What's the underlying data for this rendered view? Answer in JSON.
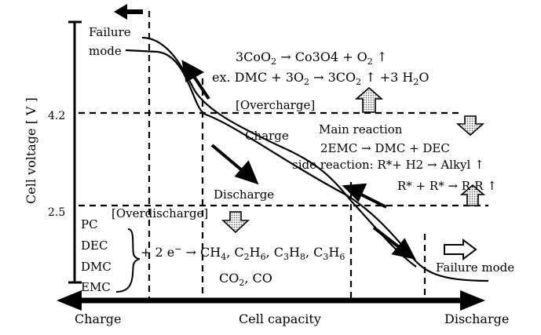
{
  "axes": {
    "y_label": "Cell voltage [ V ]",
    "y_ticks": [
      "4.2",
      "2.5"
    ],
    "x_label": "Cell capacity",
    "x_left_label": "Charge",
    "x_right_label": "Discharge"
  },
  "labels": {
    "failure_mode_left_1": "Failure",
    "failure_mode_left_2": "mode",
    "failure_mode_right": "Failure mode",
    "overcharge": "[Overcharge]",
    "overdischarge": "[Overdischarge]",
    "charge": "Charge",
    "discharge": "Discharge"
  },
  "overcharge_reactions": {
    "line1": {
      "a": "3CoO",
      "a_sub": "2",
      "arrow": " → ",
      "b": "Co3O4 + O",
      "b_sub": "2",
      "end": " ↑"
    },
    "line2": {
      "prefix": "ex. ",
      "a": "DMC + 3O",
      "a_sub": "2",
      "arrow": " → ",
      "b": "3CO",
      "b_sub": "2",
      "c": " ↑ +3 H",
      "c_sub": "2",
      "d": "O"
    }
  },
  "main_reaction": {
    "title": "Main reaction",
    "equation": "2EMC → DMC + DEC",
    "side_label": "side reaction: R*+ H2 → Alkyl ↑",
    "side_eq2": "R* + R* → R-R ↑"
  },
  "solvents": [
    "PC",
    "DEC",
    "DMC",
    "EMC"
  ],
  "overdischarge_reactions": {
    "line1": {
      "prefix": "+ 2 e",
      "prefix_sup": "−",
      "arrow": " → ",
      "p1": "CH",
      "p1_sub": "4",
      "sep1": ", ",
      "p2": "C",
      "p2_sub1": "2",
      "p2b": "H",
      "p2_sub2": "6",
      "sep2": ", ",
      "p3": "C",
      "p3_sub1": "3",
      "p3b": "H",
      "p3_sub2": "8",
      "sep3": ", ",
      "p4": "C",
      "p4_sub1": "3",
      "p4b": "H",
      "p4_sub2": "6"
    },
    "line2": {
      "a": "CO",
      "a_sub": "2",
      "b": ", CO"
    }
  }
}
